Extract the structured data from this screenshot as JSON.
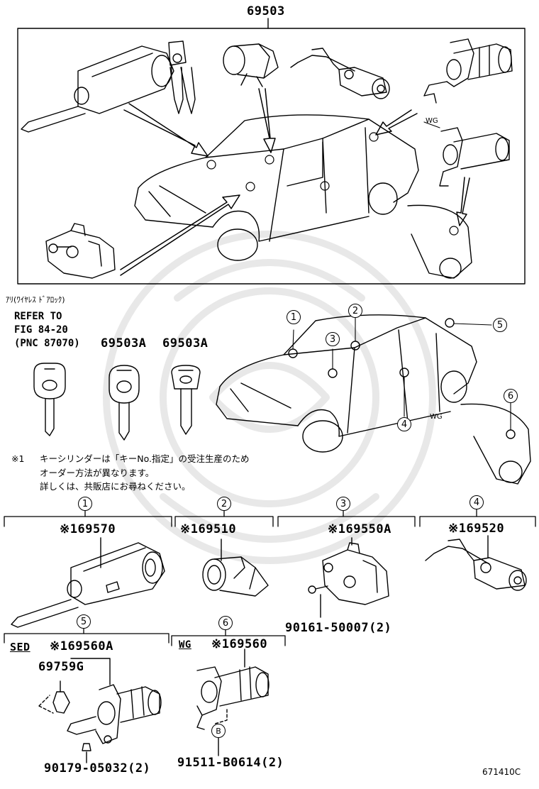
{
  "top": {
    "part_number": "69503",
    "wg_label": "WG"
  },
  "left_block": {
    "wireless_note": "ｱﾘ(ﾜｲﾔﾚｽ ﾄﾞｱﾛｯｸ)",
    "refer_lines": [
      "REFER TO",
      "FIG 84-20",
      "(PNC 87070)"
    ],
    "key_a": "69503A",
    "key_b": "69503A"
  },
  "car2": {
    "callouts": [
      "1",
      "2",
      "3",
      "4",
      "5",
      "6"
    ],
    "wg_label": "WG"
  },
  "note": {
    "mark": "※1",
    "lines": [
      "キーシリンダーは「キーNo.指定」の受注生産のため",
      "オーダー方法が異なります。",
      "詳しくは、共販店にお尋ねください。"
    ]
  },
  "sections": [
    {
      "num": "1",
      "part": "※169570"
    },
    {
      "num": "2",
      "part": "※169510"
    },
    {
      "num": "3",
      "part": "※169550A",
      "bolt": "90161-50007(2)"
    },
    {
      "num": "4",
      "part": "※169520"
    },
    {
      "num": "5",
      "tag": "SED",
      "part": "※169560A",
      "sub": "69759G",
      "screw": "90179-05032(2)"
    },
    {
      "num": "6",
      "tag": "WG",
      "part": "※169560",
      "bolt_letter": "B",
      "bolt": "91511-B0614(2)"
    }
  ],
  "figure_code": "671410C"
}
